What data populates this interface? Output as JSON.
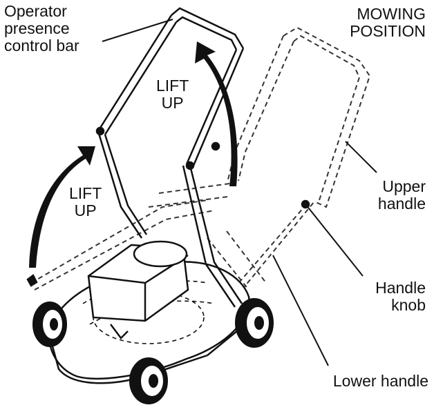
{
  "labels": {
    "operator_l1": "Operator",
    "operator_l2": "presence",
    "operator_l3": "control bar",
    "mowing_l1": "MOWING",
    "mowing_l2": "POSITION",
    "lift_up_top_l1": "LIFT",
    "lift_up_top_l2": "UP",
    "lift_up_left_l1": "LIFT",
    "lift_up_left_l2": "UP",
    "upper_l1": "Upper",
    "upper_l2": "handle",
    "knob_l1": "Handle",
    "knob_l2": "knob",
    "lower": "Lower handle"
  }
}
